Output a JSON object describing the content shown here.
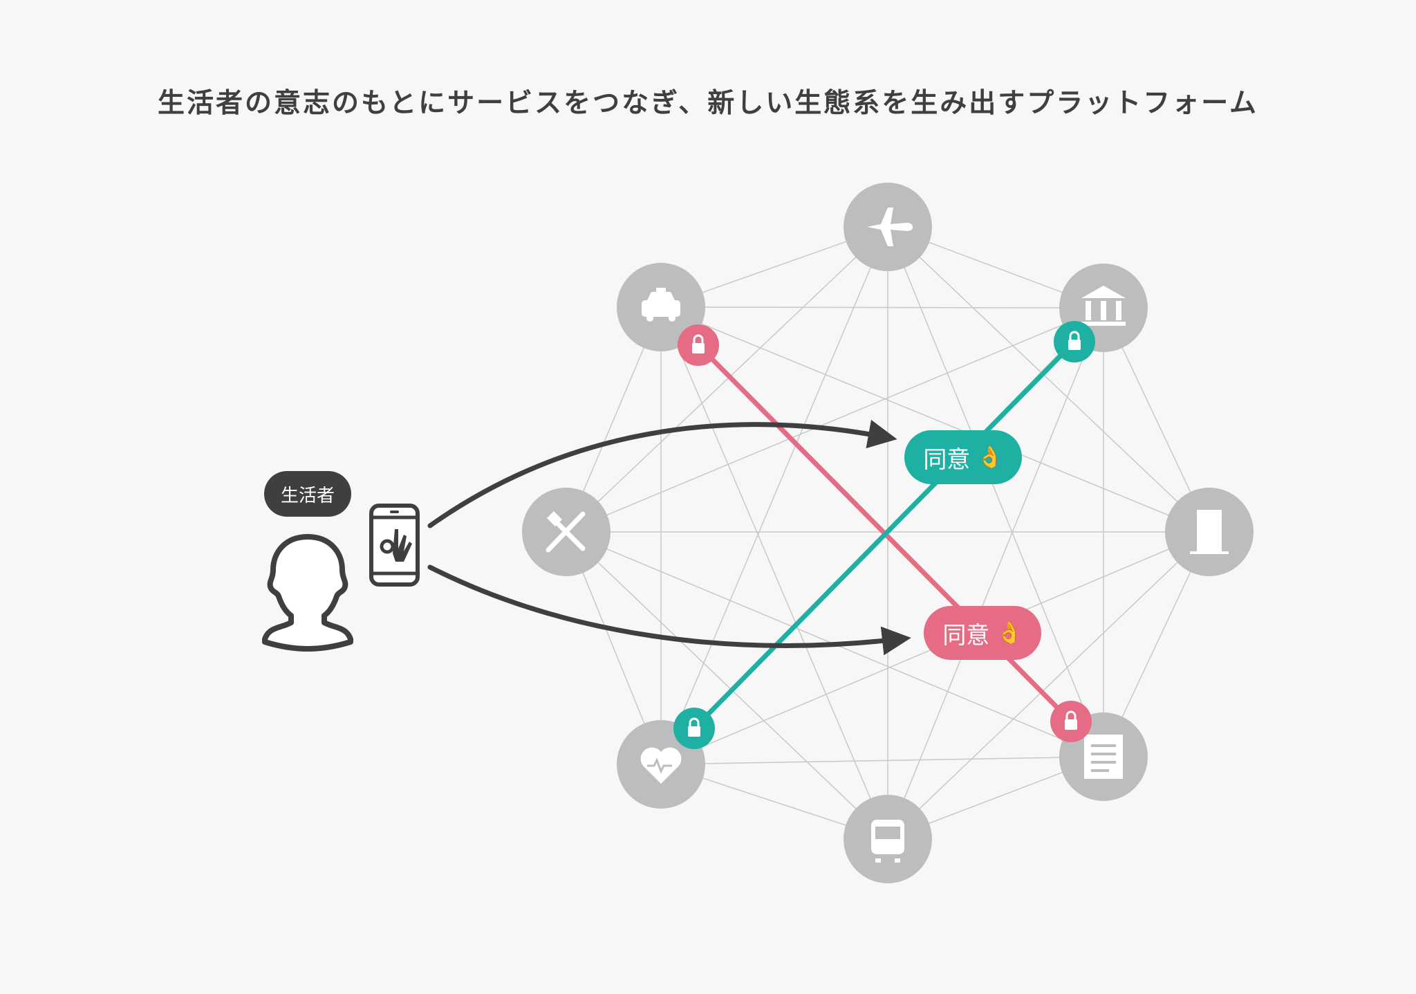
{
  "title": "生活者の意志のもとにサービスをつなぎ、新しい生態系を生み出すプラットフォーム",
  "person": {
    "label": "生活者",
    "icon": "person-icon",
    "device_icon": "smartphone-ok-hand-icon"
  },
  "consents": [
    {
      "label": "同意",
      "icon": "ok-hand-icon",
      "color": "#1fb0a4"
    },
    {
      "label": "同意",
      "icon": "ok-hand-icon",
      "color": "#e56c84"
    }
  ],
  "services": [
    {
      "icon": "airplane-icon"
    },
    {
      "icon": "taxi-icon"
    },
    {
      "icon": "bank-icon"
    },
    {
      "icon": "restaurant-icon"
    },
    {
      "icon": "office-building-icon"
    },
    {
      "icon": "health-heart-icon"
    },
    {
      "icon": "document-icon"
    },
    {
      "icon": "bus-icon"
    }
  ],
  "colors": {
    "teal": "#1fb0a4",
    "pink": "#e56c84",
    "node": "#bcbdbf",
    "dark": "#3f3f41",
    "edge": "#c8c8c8"
  }
}
